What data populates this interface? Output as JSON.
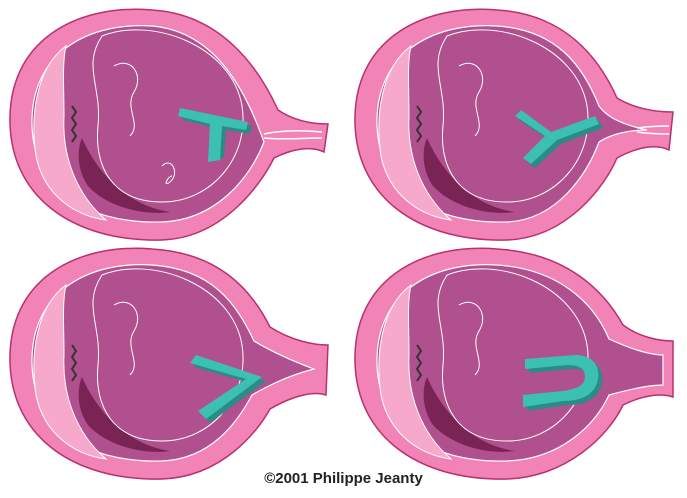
{
  "credit": "©2001 Philippe Jeanty",
  "colors": {
    "wall": "#f283b6",
    "wall_outline": "#b8306e",
    "cavity_light": "#f7a9cc",
    "fetus": "#b0508e",
    "fetus_dark": "#8a2f66",
    "placenta": "#7a2456",
    "sign": "#3cc0b4",
    "sign_shadow": "#2a8c84"
  },
  "panels": [
    {
      "letter_shape": "T-letter-shape",
      "stage": "closed"
    },
    {
      "letter_shape": "Y-letter-shape",
      "stage": "funnel"
    },
    {
      "letter_shape": "V-letter-shape",
      "stage": "wide-funnel"
    },
    {
      "letter_shape": "U-letter-shape",
      "stage": "open"
    }
  ]
}
